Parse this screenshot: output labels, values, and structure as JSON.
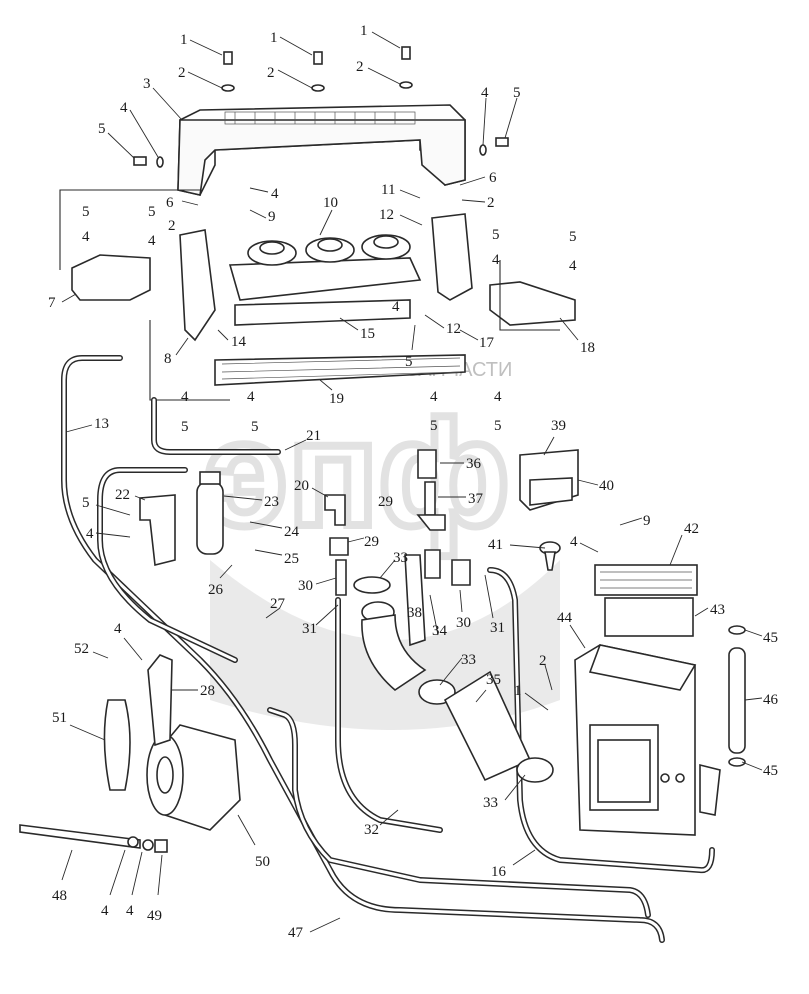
{
  "watermark": {
    "text": "ТЕХНИКА И ЗАПЧАСТИ",
    "logo": "эпф"
  },
  "callouts": [
    {
      "id": "c1a",
      "label": "1"
    },
    {
      "id": "c1b",
      "label": "1"
    },
    {
      "id": "c1c",
      "label": "1"
    },
    {
      "id": "c2a",
      "label": "2"
    },
    {
      "id": "c2b",
      "label": "2"
    },
    {
      "id": "c2c",
      "label": "2"
    },
    {
      "id": "c3",
      "label": "3"
    },
    {
      "id": "c4a",
      "label": "4"
    },
    {
      "id": "c4b",
      "label": "4"
    },
    {
      "id": "c5a",
      "label": "5"
    },
    {
      "id": "c5b",
      "label": "5"
    },
    {
      "id": "c4c",
      "label": "4"
    },
    {
      "id": "c6a",
      "label": "6"
    },
    {
      "id": "c11",
      "label": "11"
    },
    {
      "id": "c6b",
      "label": "6"
    },
    {
      "id": "c2d",
      "label": "2"
    },
    {
      "id": "c2e",
      "label": "2"
    },
    {
      "id": "c5c",
      "label": "5"
    },
    {
      "id": "c5d",
      "label": "5"
    },
    {
      "id": "c9a",
      "label": "9"
    },
    {
      "id": "c10",
      "label": "10"
    },
    {
      "id": "c12a",
      "label": "12"
    },
    {
      "id": "c5e",
      "label": "5"
    },
    {
      "id": "c5f",
      "label": "5"
    },
    {
      "id": "c4d",
      "label": "4"
    },
    {
      "id": "c4e",
      "label": "4"
    },
    {
      "id": "c4f",
      "label": "4"
    },
    {
      "id": "c4g",
      "label": "4"
    },
    {
      "id": "c7",
      "label": "7"
    },
    {
      "id": "c8",
      "label": "8"
    },
    {
      "id": "c14",
      "label": "14"
    },
    {
      "id": "c15",
      "label": "15"
    },
    {
      "id": "c5g",
      "label": "5"
    },
    {
      "id": "c4h",
      "label": "4"
    },
    {
      "id": "c12b",
      "label": "12"
    },
    {
      "id": "c17",
      "label": "17"
    },
    {
      "id": "c18",
      "label": "18"
    },
    {
      "id": "c19",
      "label": "19"
    },
    {
      "id": "c13",
      "label": "13"
    },
    {
      "id": "c4i",
      "label": "4"
    },
    {
      "id": "c4j",
      "label": "4"
    },
    {
      "id": "c5h",
      "label": "5"
    },
    {
      "id": "c5i",
      "label": "5"
    },
    {
      "id": "c4k",
      "label": "4"
    },
    {
      "id": "c4l",
      "label": "4"
    },
    {
      "id": "c5j",
      "label": "5"
    },
    {
      "id": "c5k",
      "label": "5"
    },
    {
      "id": "c21",
      "label": "21"
    },
    {
      "id": "c36",
      "label": "36"
    },
    {
      "id": "c39",
      "label": "39"
    },
    {
      "id": "c20",
      "label": "20"
    },
    {
      "id": "c22",
      "label": "22"
    },
    {
      "id": "c23",
      "label": "23"
    },
    {
      "id": "c29a",
      "label": "29"
    },
    {
      "id": "c37",
      "label": "37"
    },
    {
      "id": "c40",
      "label": "40"
    },
    {
      "id": "c5l",
      "label": "5"
    },
    {
      "id": "c4m",
      "label": "4"
    },
    {
      "id": "c24",
      "label": "24"
    },
    {
      "id": "c9b",
      "label": "9"
    },
    {
      "id": "c29b",
      "label": "29"
    },
    {
      "id": "c41",
      "label": "41"
    },
    {
      "id": "c4n",
      "label": "4"
    },
    {
      "id": "c42",
      "label": "42"
    },
    {
      "id": "c25",
      "label": "25"
    },
    {
      "id": "c33a",
      "label": "33"
    },
    {
      "id": "c26",
      "label": "26"
    },
    {
      "id": "c30a",
      "label": "30"
    },
    {
      "id": "c27",
      "label": "27"
    },
    {
      "id": "c38",
      "label": "38"
    },
    {
      "id": "c30b",
      "label": "30"
    },
    {
      "id": "c31a",
      "label": "31"
    },
    {
      "id": "c31b",
      "label": "31"
    },
    {
      "id": "c34",
      "label": "34"
    },
    {
      "id": "c43",
      "label": "43"
    },
    {
      "id": "c45a",
      "label": "45"
    },
    {
      "id": "c44",
      "label": "44"
    },
    {
      "id": "c4o",
      "label": "4"
    },
    {
      "id": "c52",
      "label": "52"
    },
    {
      "id": "c33b",
      "label": "33"
    },
    {
      "id": "c28",
      "label": "28"
    },
    {
      "id": "c2f",
      "label": "2"
    },
    {
      "id": "c35",
      "label": "35"
    },
    {
      "id": "c46",
      "label": "46"
    },
    {
      "id": "c1d",
      "label": "1"
    },
    {
      "id": "c51",
      "label": "51"
    },
    {
      "id": "c45b",
      "label": "45"
    },
    {
      "id": "c33c",
      "label": "33"
    },
    {
      "id": "c32",
      "label": "32"
    },
    {
      "id": "c50",
      "label": "50"
    },
    {
      "id": "c16",
      "label": "16"
    },
    {
      "id": "c48",
      "label": "48"
    },
    {
      "id": "c4p",
      "label": "4"
    },
    {
      "id": "c4q",
      "label": "4"
    },
    {
      "id": "c49",
      "label": "49"
    },
    {
      "id": "c47",
      "label": "47"
    }
  ]
}
